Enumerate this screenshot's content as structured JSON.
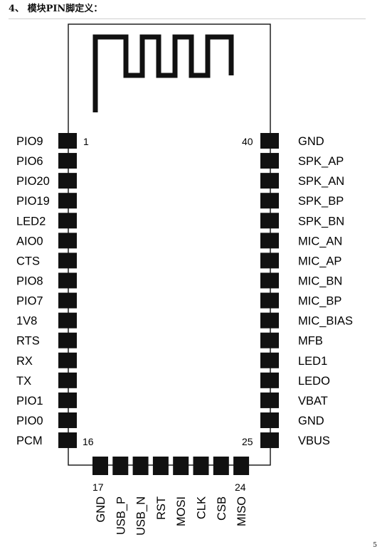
{
  "heading": "4、 模块PIN脚定义：",
  "page_number": "5",
  "pin_numbers": {
    "left_first": "1",
    "left_last": "16",
    "right_first": "40",
    "right_last": "25",
    "bottom_first": "17",
    "bottom_last": "24"
  },
  "left_pins": [
    "PIO9",
    "PIO6",
    "PIO20",
    "PIO19",
    "LED2",
    "AIO0",
    "CTS",
    "PIO8",
    "PIO7",
    "1V8",
    "RTS",
    "RX",
    "TX",
    "PIO1",
    "PIO0",
    "PCM"
  ],
  "right_pins": [
    "GND",
    "SPK_AP",
    "SPK_AN",
    "SPK_BP",
    "SPK_BN",
    "MIC_AN",
    "MIC_AP",
    "MIC_BN",
    "MIC_BP",
    "MIC_BIAS",
    "MFB",
    "LED1",
    "LEDO",
    "VBAT",
    "GND",
    "VBUS"
  ],
  "bottom_pins": [
    "GND",
    "USB_P",
    "USB_N",
    "RST",
    "MOSI",
    "CLK",
    "CSB",
    "MISO"
  ]
}
